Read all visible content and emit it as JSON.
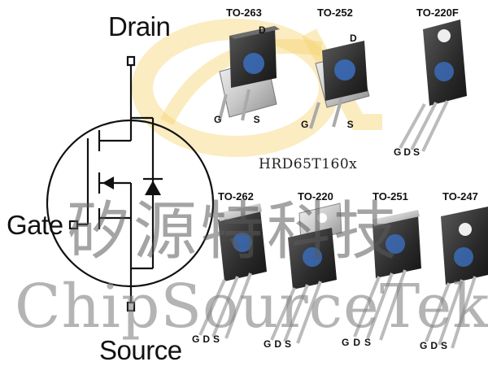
{
  "symbol": {
    "drain_label": "Drain",
    "gate_label": "Gate",
    "source_label": "Source"
  },
  "part_number": "HRD65T160x",
  "watermark": {
    "chinese": "矽源特科技",
    "english": "ChipSourceTek",
    "logo_color": "#f5c542"
  },
  "packages": {
    "to263": {
      "name": "TO-263",
      "pins": "G S",
      "tab": "D"
    },
    "to252": {
      "name": "TO-252",
      "pins": "G S",
      "tab": "D"
    },
    "to220f": {
      "name": "TO-220F",
      "pins": "GDS"
    },
    "to262": {
      "name": "TO-262",
      "pins": "GDS"
    },
    "to220": {
      "name": "TO-220",
      "pins": "GDS"
    },
    "to251": {
      "name": "TO-251",
      "pins": "GDS"
    },
    "to247": {
      "name": "TO-247",
      "pins": "GDS"
    }
  }
}
